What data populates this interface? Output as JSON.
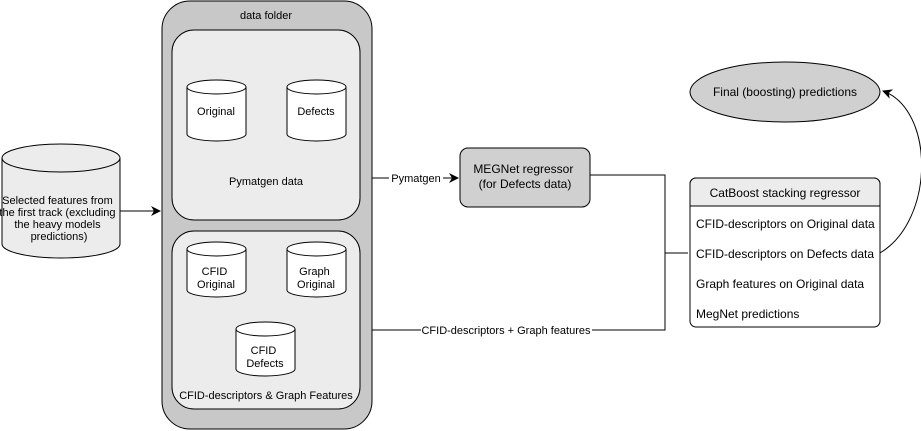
{
  "colors": {
    "stroke": "#000000",
    "outer_folder_fill": "#c8c8c8",
    "inner_box_fill": "#ececec",
    "node_fill": "#d0d0d0",
    "background": "#ffffff"
  },
  "input": {
    "lines": [
      "Selected features from",
      "the first track (excluding",
      "the heavy models",
      "predictions)"
    ]
  },
  "folder": {
    "title": "data folder",
    "pymatgen": {
      "label": "Pymatgen data",
      "cyl_original": "Original",
      "cyl_defects": "Defects"
    },
    "cfid": {
      "label": "CFID-descriptors & Graph Features",
      "cyl_cfid_original": [
        "CFID",
        "Original"
      ],
      "cyl_graph_original": [
        "Graph",
        "Original"
      ],
      "cyl_cfid_defects": [
        "CFID",
        "Defects"
      ]
    }
  },
  "edges": {
    "pymatgen_label": "Pymatgen",
    "cfid_graph_label": "CFID-descriptors + Graph features"
  },
  "megnet": {
    "lines": [
      "MEGNet regressor",
      "(for Defects data)"
    ]
  },
  "catboost": {
    "title": "CatBoost stacking regressor",
    "rows": [
      "CFID-descriptors on Original data",
      "CFID-descriptors on Defects data",
      "Graph features on Original data",
      "MegNet predictions"
    ]
  },
  "final": {
    "label": "Final (boosting) predictions"
  }
}
